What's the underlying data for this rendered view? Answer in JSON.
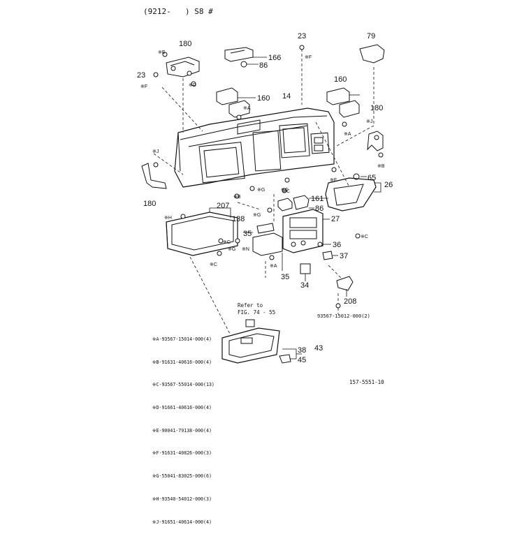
{
  "header": {
    "code": "(9212-",
    "model": ") S8 #"
  },
  "refer": {
    "line1": "Refer to",
    "line2": "FIG. 74 - 55"
  },
  "part_number_note": "93567-15012-000(2)",
  "figure_number": "157-5551-10",
  "notes": [
    "※A-93567-15014-000(4)",
    "※B-91631-40616-000(4)",
    "※C-93567-55014-000(13)",
    "※D-91661-40616-000(4)",
    "※E-90041-79138-000(4)",
    "※F-91631-40826-000(3)",
    "※G-55041-83025-000(6)",
    "※H-93540-54012-000(3)",
    "※J-91651-40614-000(4)"
  ],
  "callouts": [
    "180",
    "23",
    "166",
    "86",
    "14",
    "23",
    "79",
    "160",
    "160",
    "180",
    "180",
    "65",
    "26",
    "207",
    "138",
    "161",
    "86",
    "27",
    "35",
    "36",
    "37",
    "34",
    "35",
    "208",
    "38",
    "43",
    "45"
  ],
  "symbols": [
    "※E",
    "※F",
    "※D",
    "※A",
    "※F",
    "※J",
    "※B",
    "※C",
    "※G",
    "※B",
    "※C",
    "※A",
    "※J",
    "※F",
    "※H",
    "※C",
    "※G",
    "※N",
    "※C",
    "※G",
    "※C",
    "※A"
  ]
}
